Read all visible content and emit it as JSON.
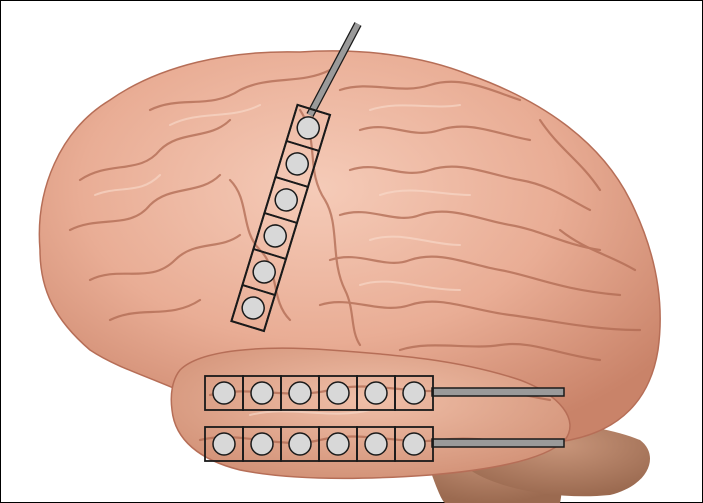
{
  "image": {
    "subject": "brain-model-with-electrode-arrays",
    "colors": {
      "frame": "#000000",
      "background": "#ffffff",
      "brain_base": "#e9ad95",
      "brain_shadow": "#b66e57",
      "brain_highlight": "#f7d2c2",
      "cerebellum": "#b88264",
      "stem": "#a87559",
      "electrode_fill": "#d8d8d8",
      "electrode_outline": "#1a1a1a",
      "lead_wire": "#9a9a9a"
    }
  },
  "electrode_arrays": [
    {
      "name": "vertical-depth-electrode-strip",
      "orientation": "vertical-diagonal",
      "contact_count": 6
    },
    {
      "name": "upper-temporal-electrode-strip",
      "orientation": "horizontal",
      "contact_count": 6
    },
    {
      "name": "lower-temporal-electrode-strip",
      "orientation": "horizontal",
      "contact_count": 6
    }
  ]
}
